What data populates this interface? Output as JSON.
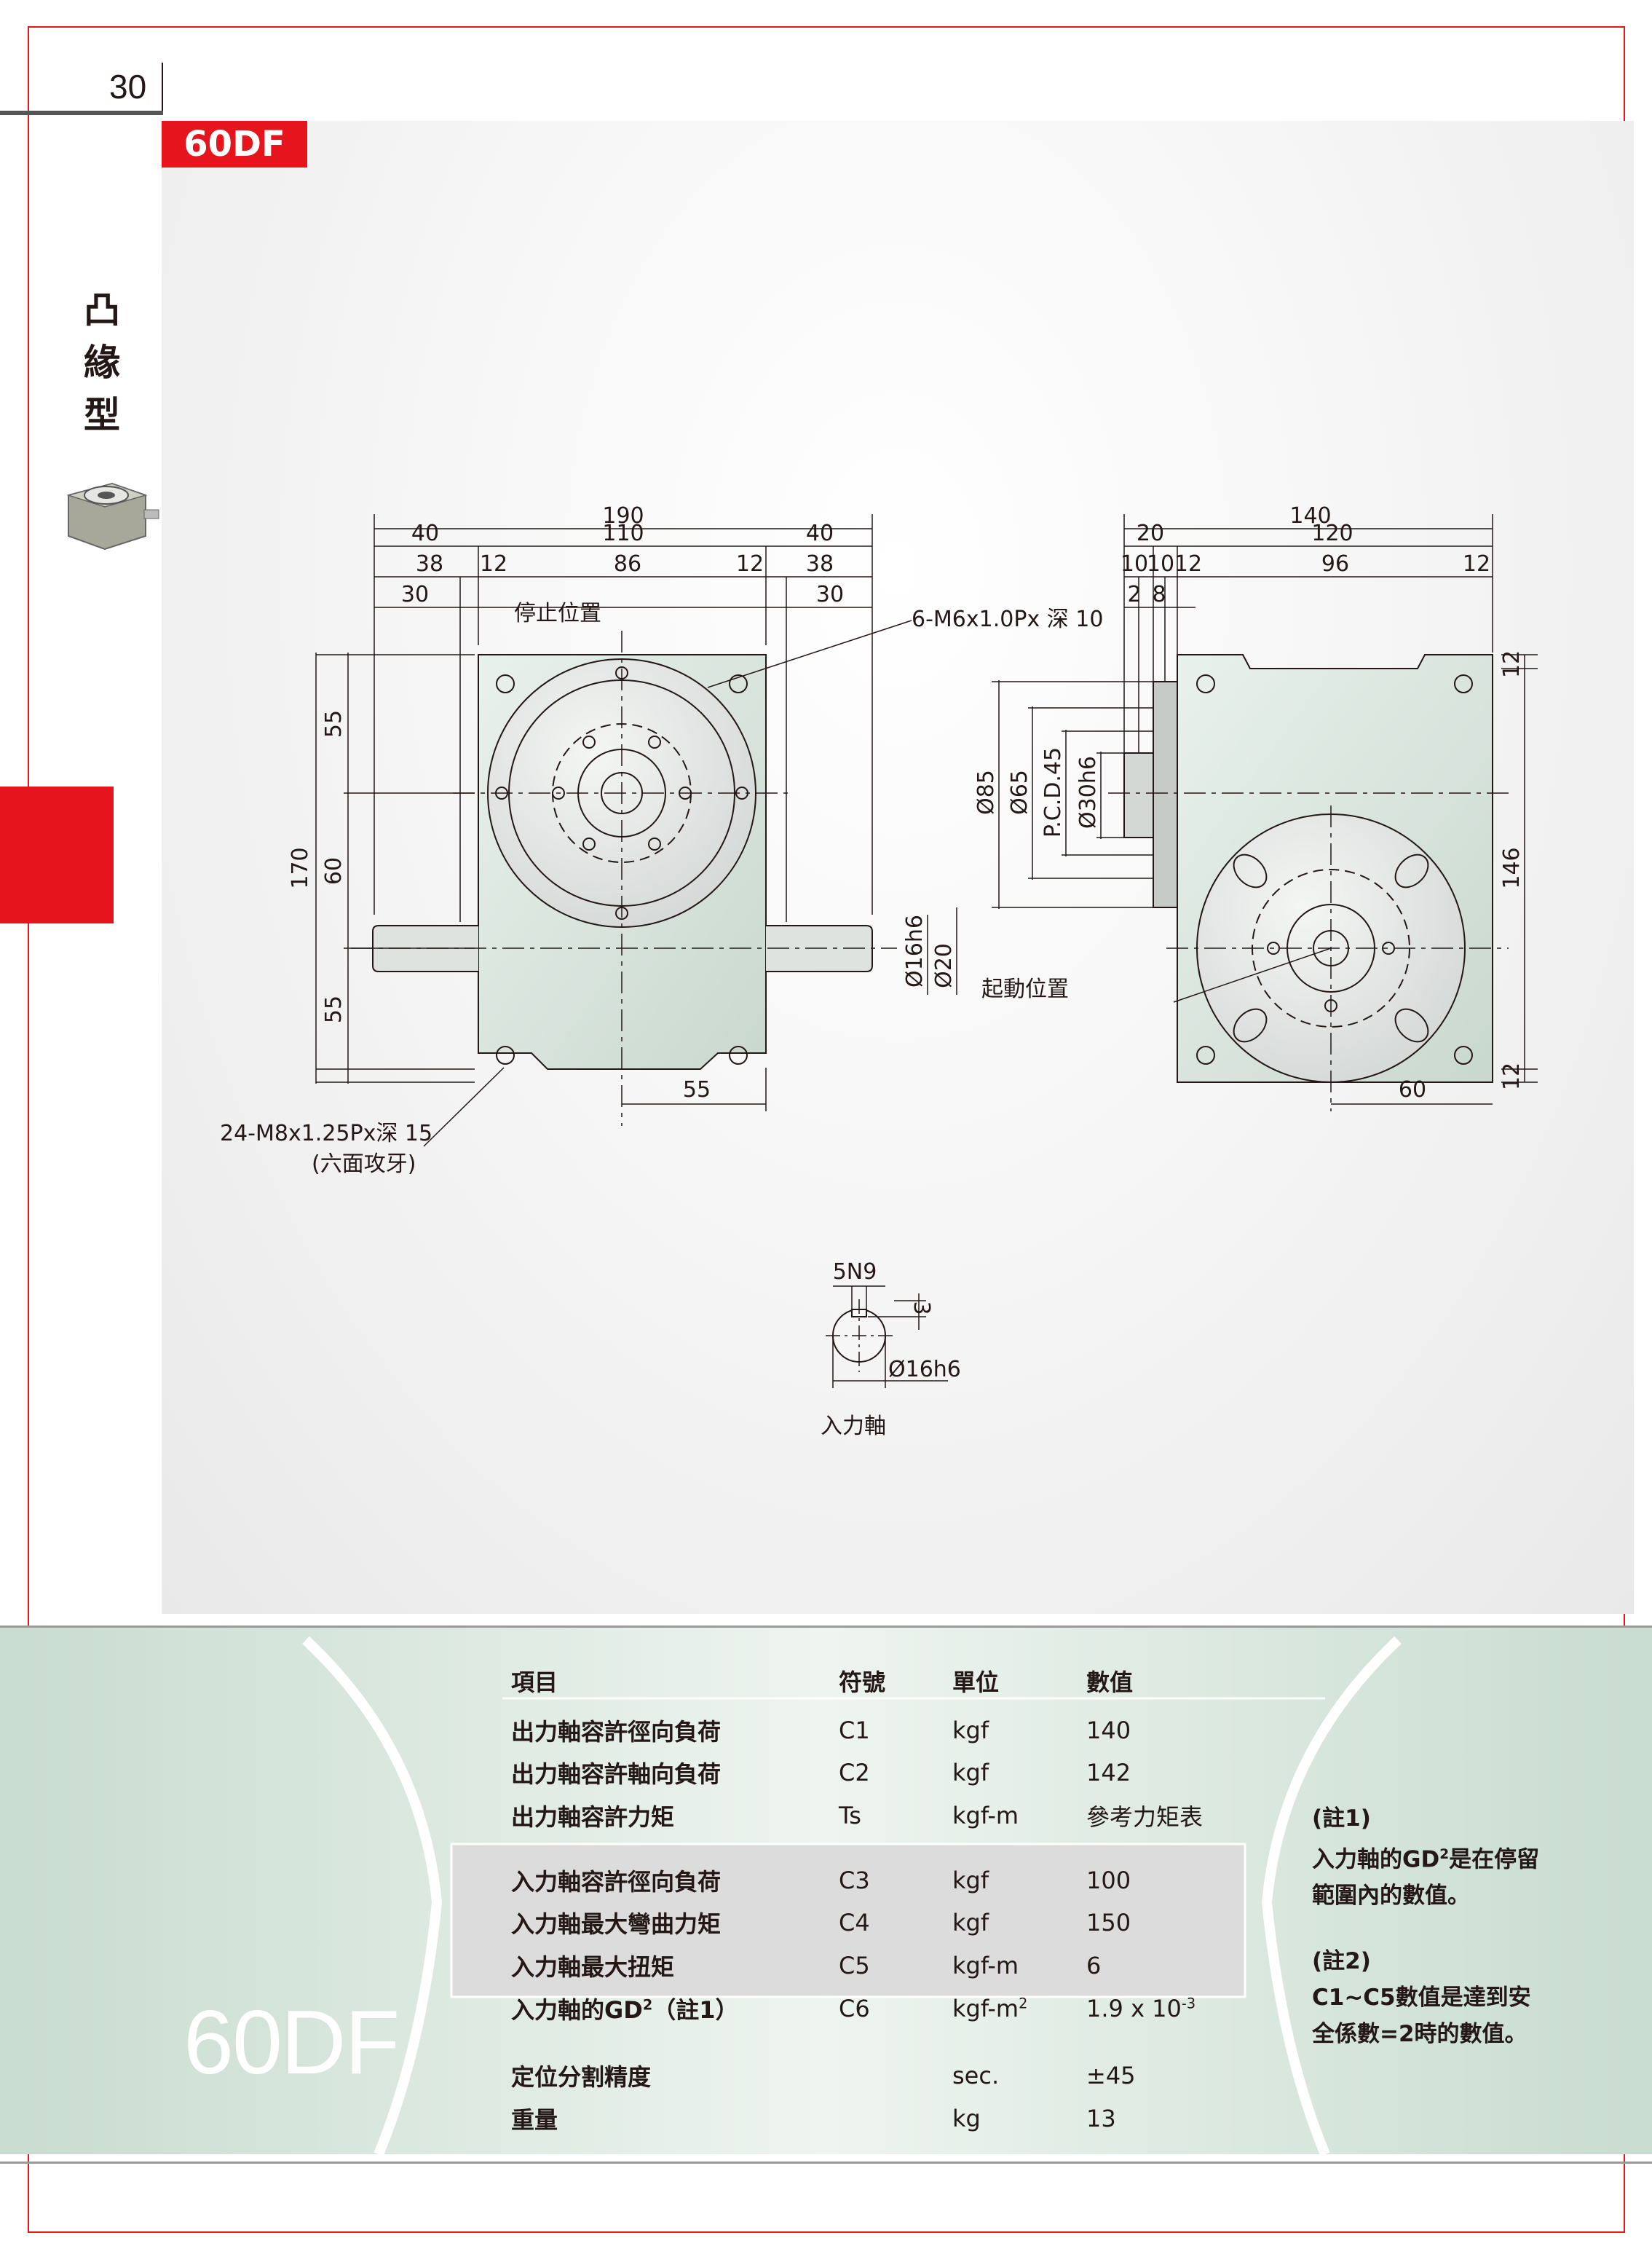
{
  "page": {
    "number": "30",
    "model": "60DF",
    "category_chars": [
      "凸",
      "緣",
      "型"
    ]
  },
  "drawing": {
    "front_view": {
      "dims_top": [
        "190",
        "40",
        "110",
        "40",
        "38",
        "12",
        "86",
        "12",
        "38",
        "30",
        "30"
      ],
      "dims_left": [
        "170",
        "55",
        "60",
        "55"
      ],
      "dims_right": [
        "Ø16h6",
        "Ø20"
      ],
      "dim_bottom": "55",
      "stop_position_label": "停止位置",
      "tap_note": "6-M6x1.0Px 深 10",
      "mount_note_line1": "24-M8x1.25Px深 15",
      "mount_note_line2": "(六面攻牙)"
    },
    "side_view": {
      "dims_top": [
        "140",
        "20",
        "120",
        "10",
        "10",
        "12",
        "96",
        "12",
        "2",
        "8"
      ],
      "dims_left": [
        "Ø85",
        "Ø65",
        "P.C.D.45",
        "Ø30h6"
      ],
      "dims_right": [
        "12",
        "146",
        "12"
      ],
      "dim_bottom": "60",
      "start_position_label": "起動位置"
    },
    "shaft_detail": {
      "key_label": "5N9",
      "depth_label": "3",
      "diameter_label": "Ø16h6",
      "caption": "入力軸"
    }
  },
  "spec_table": {
    "headers": {
      "item": "項目",
      "symbol": "符號",
      "unit": "單位",
      "value": "數值"
    },
    "output_group": [
      {
        "item": "出力軸容許徑向負荷",
        "symbol": "C1",
        "unit": "kgf",
        "value": "140"
      },
      {
        "item": "出力軸容許軸向負荷",
        "symbol": "C2",
        "unit": "kgf",
        "value": "142"
      },
      {
        "item": "出力軸容許力矩",
        "symbol": "Ts",
        "unit": "kgf-m",
        "value": "參考力矩表"
      }
    ],
    "input_group": [
      {
        "item": "入力軸容許徑向負荷",
        "symbol": "C3",
        "unit": "kgf",
        "value": "100"
      },
      {
        "item": "入力軸最大彎曲力矩",
        "symbol": "C4",
        "unit": "kgf",
        "value": "150"
      },
      {
        "item": "入力軸最大扭矩",
        "symbol": "C5",
        "unit": "kgf-m",
        "value": "6"
      },
      {
        "item_prefix": "入力軸的GD",
        "item_sup": "2",
        "item_suffix": "（註1）",
        "symbol": "C6",
        "unit_prefix": "kgf-m",
        "unit_sup": "2",
        "value_prefix": "1.9 x 10",
        "value_sup": "-3"
      }
    ],
    "misc_group": [
      {
        "item": "定位分割精度",
        "symbol": "",
        "unit": "sec.",
        "value": "±45"
      },
      {
        "item": "重量",
        "symbol": "",
        "unit": "kg",
        "value": "13"
      }
    ]
  },
  "notes": {
    "note1_title": "(註1)",
    "note1_prefix": "入力軸的GD",
    "note1_sup": "2",
    "note1_suffix": "是在停留範圍內的數值。",
    "note2_title": "(註2)",
    "note2_body": "C1~C5數值是達到安全係數=2時的數值。"
  },
  "colors": {
    "accent": "#e5141d",
    "band": "#d5e4dc",
    "table_gray": "#dcdcdc"
  }
}
